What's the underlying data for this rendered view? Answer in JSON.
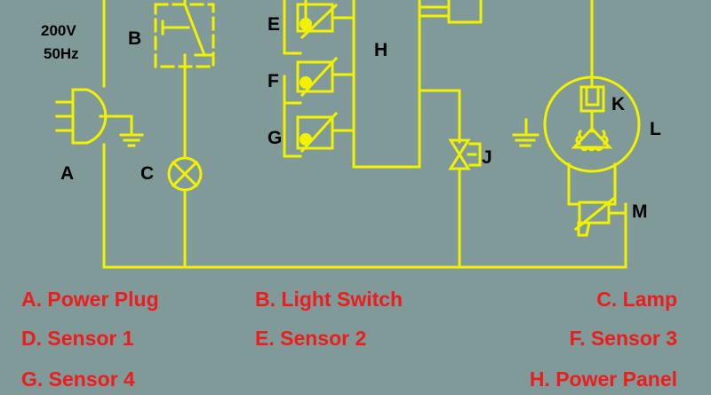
{
  "supply": {
    "voltage": "200V",
    "frequency": "50Hz"
  },
  "diagram_labels": {
    "A": "A",
    "B": "B",
    "C": "C",
    "E": "E",
    "F": "F",
    "G": "G",
    "H": "H",
    "J": "J",
    "K": "K",
    "L": "L",
    "M": "M"
  },
  "legend": [
    "A. Power Plug",
    "B. Light Switch",
    "C. Lamp",
    "D. Sensor 1",
    "E. Sensor 2",
    "F. Sensor 3",
    "G. Sensor 4",
    "H. Power Panel"
  ],
  "colors": {
    "background": "#7f9a99",
    "wire": "#f2f200",
    "text": "#000000",
    "legend": "#ee1c1c"
  }
}
